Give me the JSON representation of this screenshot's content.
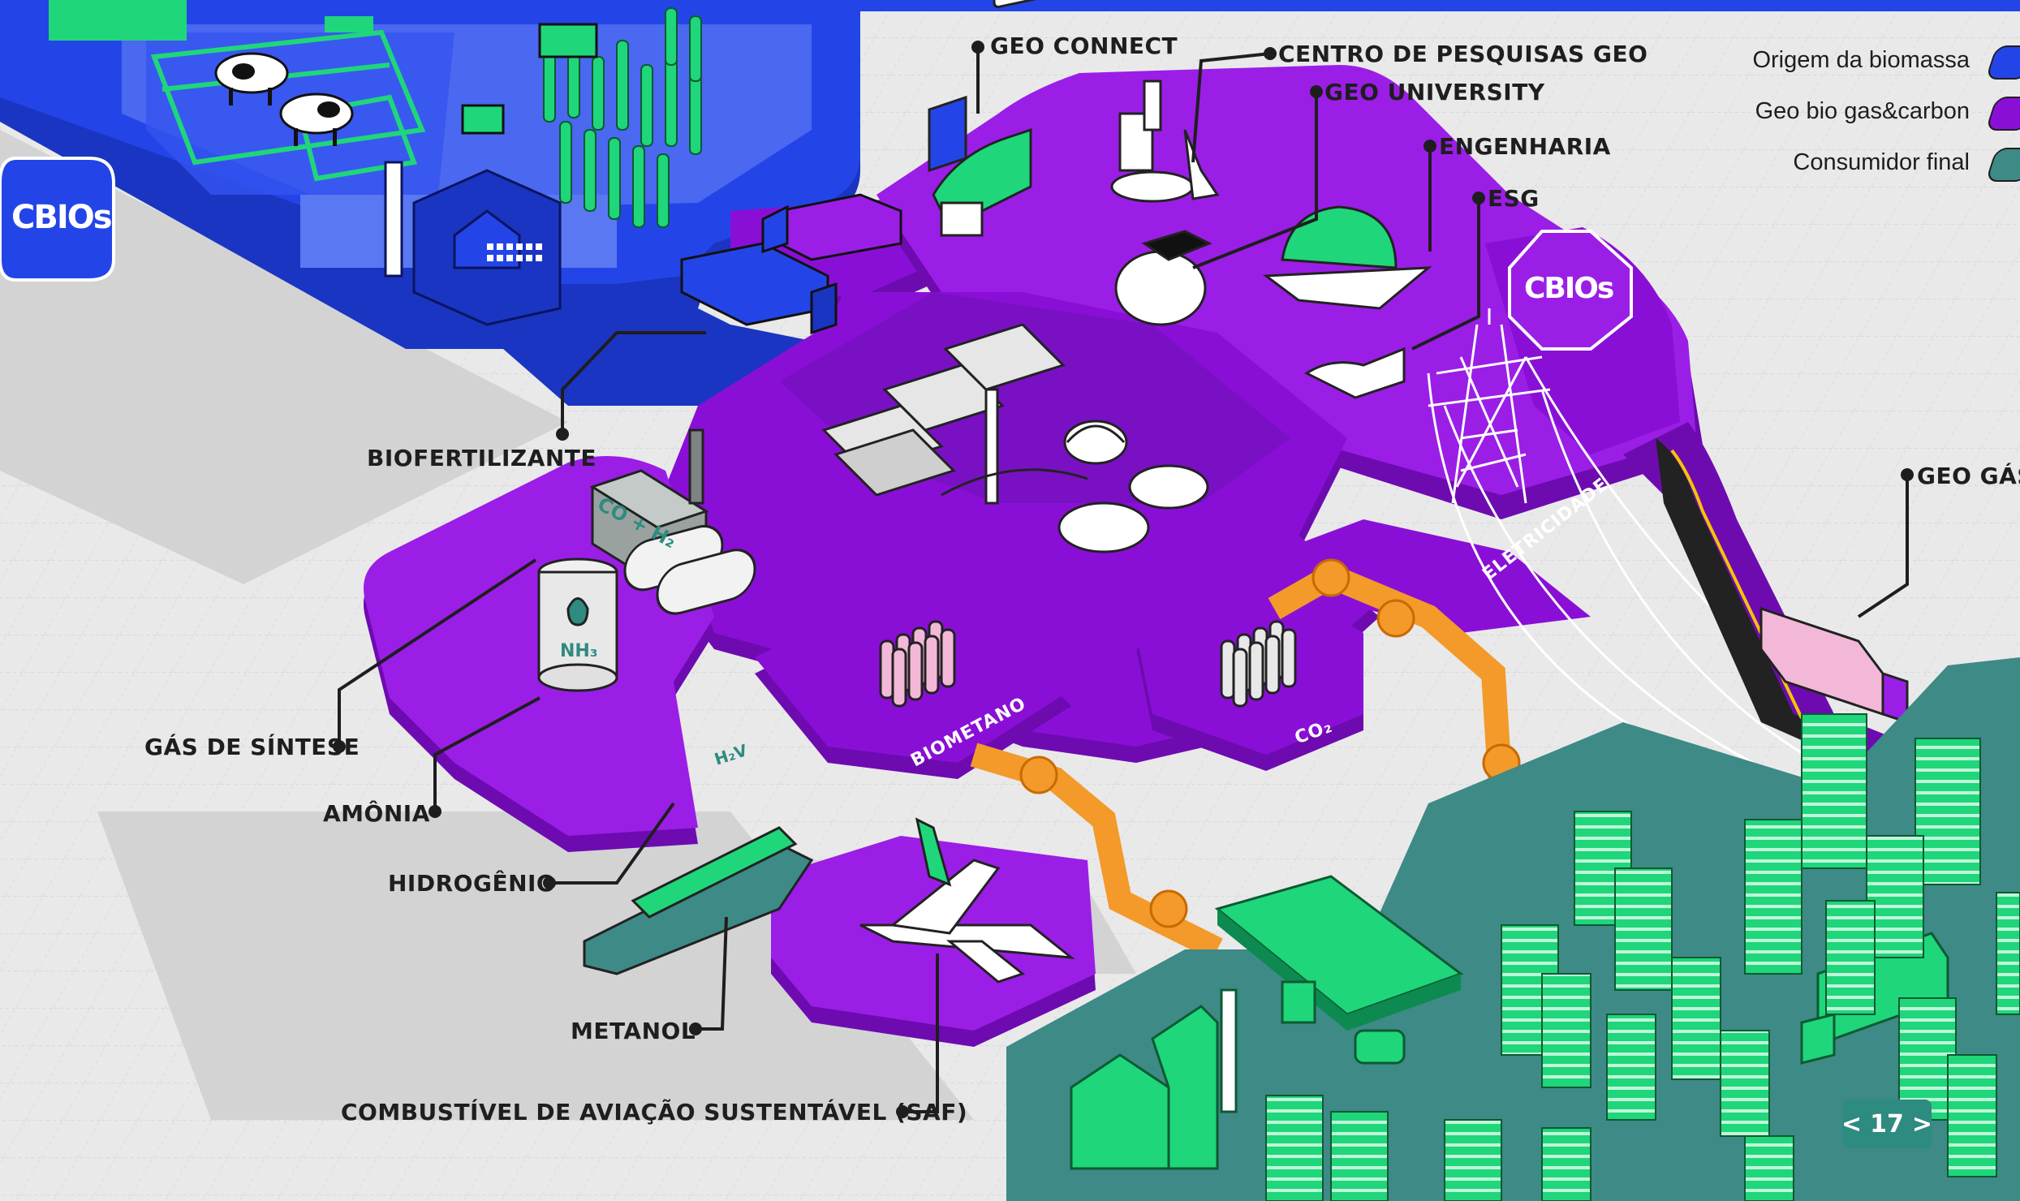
{
  "callouts": {
    "geo_connect": "GEO CONNECT",
    "centro_pesquisas": "CENTRO DE PESQUISAS GEO",
    "geo_university": "GEO UNIVERSITY",
    "engenharia": "ENGENHARIA",
    "esg": "ESG",
    "biofertilizante": "BIOFERTILIZANTE",
    "geo_gas": "GEO GÁS",
    "gas_sintese": "GÁS DE SÍNTESE",
    "amonia": "AMÔNIA",
    "hidrogenio": "HIDROGÊNIO",
    "metanol": "METANOL",
    "saf": "COMBUSTÍVEL DE AVIAÇÃO SUSTENTÁVEL (SAF)"
  },
  "legend": {
    "items": [
      {
        "label": "Origem da biomassa",
        "color": "#2345e8"
      },
      {
        "label": "Geo bio gas&carbon",
        "color": "#8a0fd6"
      },
      {
        "label": "Consumidor final",
        "color": "#3d8a86"
      }
    ]
  },
  "platform_labels": {
    "biometano": "BIOMETANO",
    "co2": "CO₂",
    "eletricidade": "ELETRICIDADE"
  },
  "badges": {
    "cbios_left": "CBIOs",
    "cbios_right": "CBIOs"
  },
  "tank_labels": {
    "syngas": "CO + H₂",
    "nh3": "NH₃",
    "h2": "H₂V"
  },
  "pager": {
    "prev": "<",
    "page": "17",
    "next": ">"
  },
  "colors": {
    "blue": "#2345e8",
    "purple": "#8a0fd6",
    "teal": "#3d8a86",
    "green": "#1fd67a",
    "orange": "#f39a2a",
    "background": "#e9e9e9"
  }
}
